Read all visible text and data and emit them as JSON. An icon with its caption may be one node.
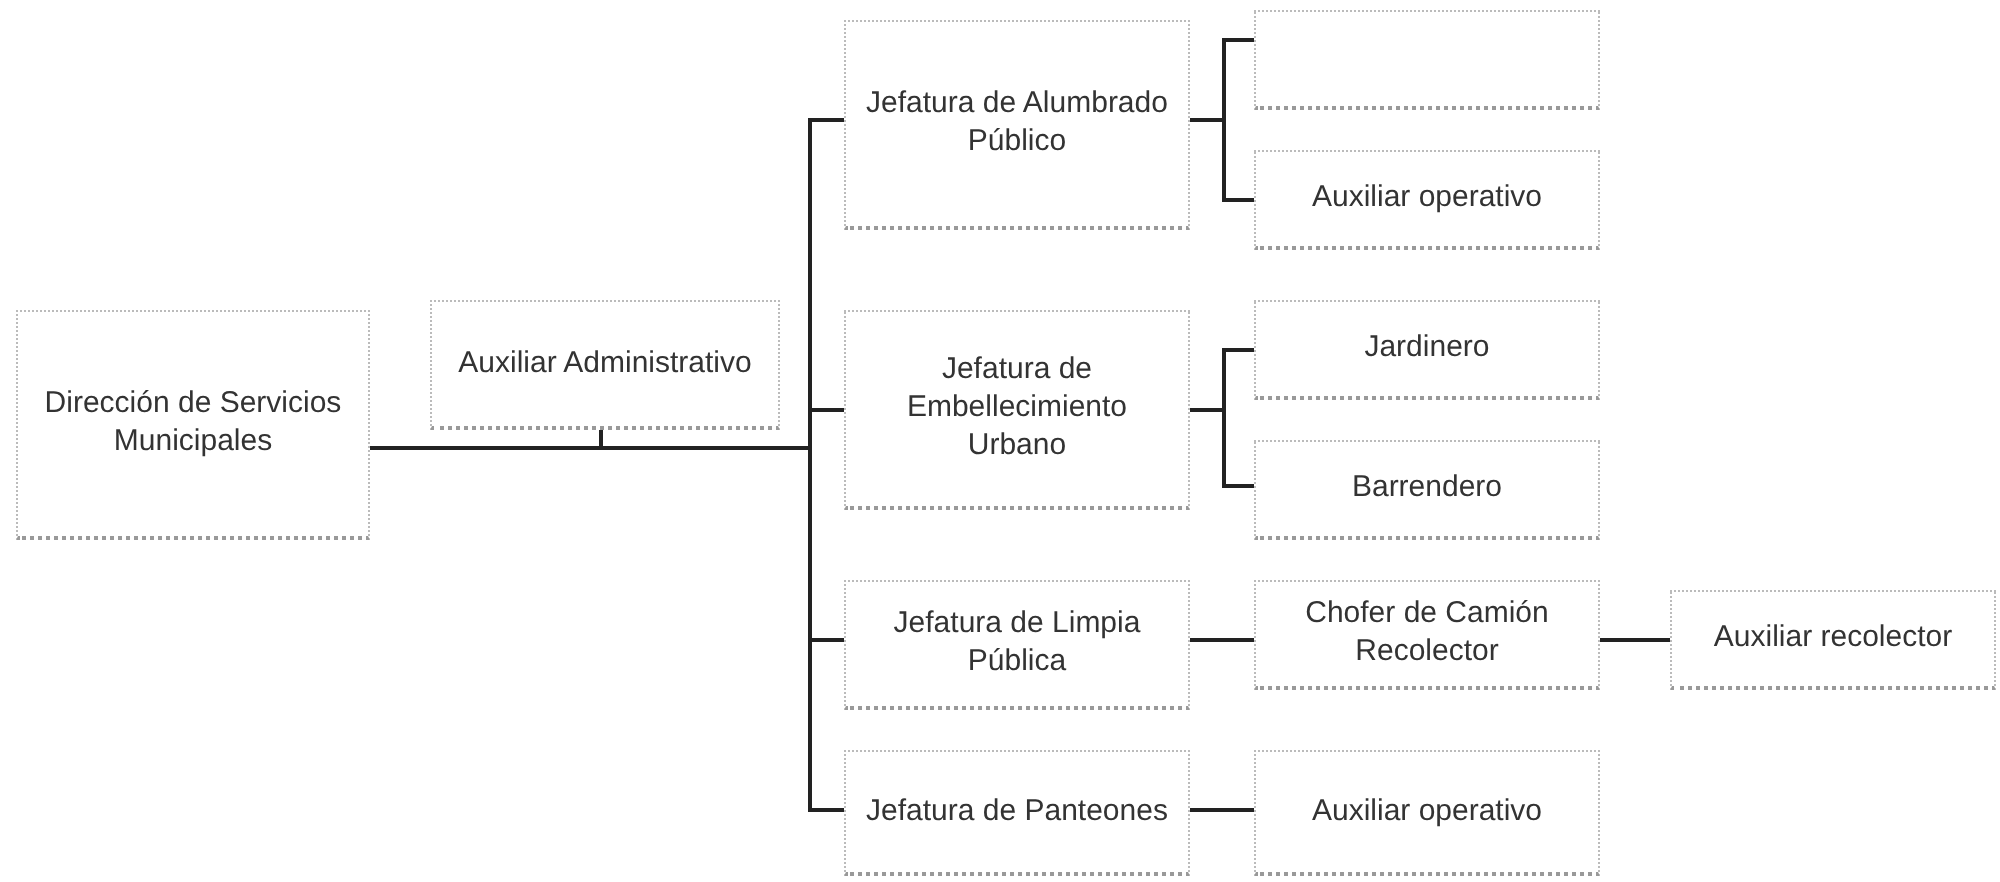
{
  "diagram": {
    "nodes": [
      {
        "text": [
          "Dirección de Servicios Municipales"
        ]
      },
      {
        "text": [
          "Auxiliar Administrativo"
        ]
      },
      {
        "text": [
          "Jefatura de Alumbrado Público"
        ]
      },
      {
        "text": [],
        "shape": "box"
      },
      {
        "text": [
          "Auxiliar operativo"
        ]
      },
      {
        "text": [
          "Jefatura de Embellecimiento Urbano"
        ]
      },
      {
        "text": [
          "Jardinero"
        ]
      },
      {
        "text": [
          "Barrendero"
        ]
      },
      {
        "text": [
          "Jefatura de Limpia Pública"
        ]
      },
      {
        "text": [
          "Chofer de Camión Recolector"
        ]
      },
      {
        "text": [
          "Auxiliar recolector"
        ]
      },
      {
        "text": [
          "Jefatura de Panteones"
        ]
      },
      {
        "text": [
          "Auxiliar operativo"
        ]
      }
    ],
    "edges": [
      {
        "from": 0,
        "to": 1,
        "arrow": "none"
      },
      {
        "from": 0,
        "to": 2,
        "arrow": "none"
      },
      {
        "from": 0,
        "to": 5,
        "arrow": "none"
      },
      {
        "from": 0,
        "to": 8,
        "arrow": "none"
      },
      {
        "from": 0,
        "to": 11,
        "arrow": "none"
      },
      {
        "from": 2,
        "to": 3,
        "arrow": "none"
      },
      {
        "from": 2,
        "to": 4,
        "arrow": "none"
      },
      {
        "from": 5,
        "to": 6,
        "arrow": "none"
      },
      {
        "from": 5,
        "to": 7,
        "arrow": "none"
      },
      {
        "from": 8,
        "to": 9,
        "arrow": "none"
      },
      {
        "from": 9,
        "to": 10,
        "arrow": "none"
      },
      {
        "from": 11,
        "to": 12,
        "arrow": "none"
      }
    ]
  }
}
